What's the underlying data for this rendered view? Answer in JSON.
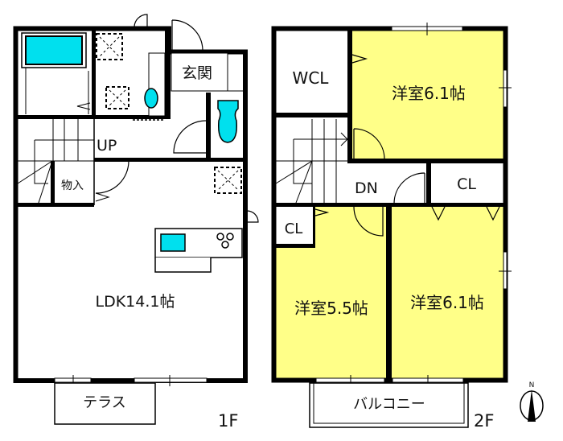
{
  "floor1": {
    "level": "1F",
    "rooms": {
      "entrance": "玄関",
      "storage": "物入",
      "stairs": "UP",
      "ldk": "LDK14.1帖",
      "terrace": "テラス"
    }
  },
  "floor2": {
    "level": "2F",
    "rooms": {
      "walk_in_closet": "WCL",
      "bedroom_north": "洋室6.1帖",
      "stairs": "DN",
      "closet_east": "CL",
      "closet_west": "CL",
      "bedroom_sw": "洋室5.5帖",
      "bedroom_se": "洋室6.1帖",
      "balcony": "バルコニー"
    }
  },
  "compass": {
    "label": "N"
  },
  "colors": {
    "wall": "#000000",
    "bedroom": "#ffff88",
    "fixture": "#00e0ee"
  }
}
